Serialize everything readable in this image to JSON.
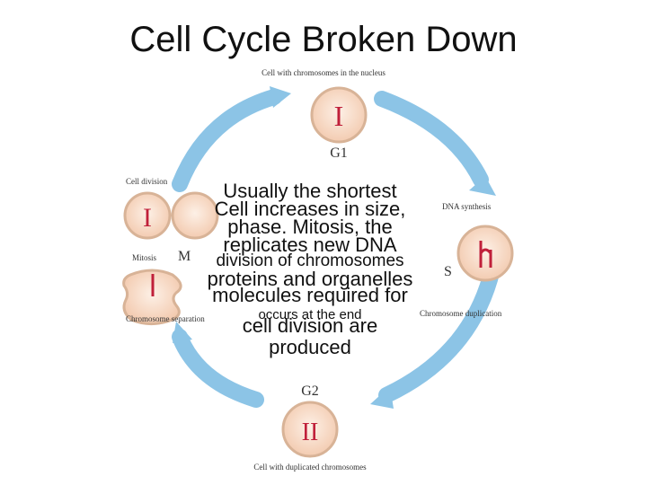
{
  "title": "Cell Cycle Broken Down",
  "diagram": {
    "label_top": "Cell with chromosomes in the nucleus",
    "label_g1": "G1",
    "label_dna_synthesis": "DNA synthesis",
    "label_s": "S",
    "label_dup": "Chromosome duplication",
    "label_g2": "G2",
    "label_bottom": "Cell with duplicated chromosomes",
    "label_cell_division": "Cell division",
    "label_mitosis": "Mitosis",
    "label_m": "M",
    "label_sep": "Chromosome separation",
    "roman_1": "I",
    "roman_2": "II"
  },
  "overlay": {
    "line1": "Usually the shortest",
    "line2": "Cell increases in size,",
    "line3": "phase. Mitosis, the",
    "line4": "replicates new DNA",
    "line5": "division of chromosomes",
    "line6": "proteins and organelles",
    "line7": "molecules required for",
    "line8": "occurs at the end",
    "line9": "cell division are",
    "line10": "produced"
  },
  "colors": {
    "arrow": "#7ab8e0",
    "cell_fill": "#f6d6c0",
    "cell_edge": "#c9a48a",
    "chromosome": "#c0203a"
  }
}
